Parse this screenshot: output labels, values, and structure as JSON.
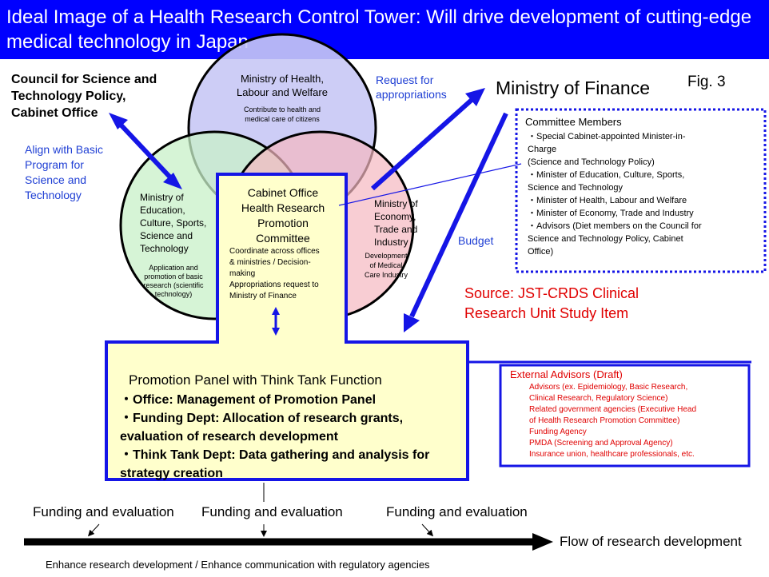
{
  "title": "Ideal Image of a Health Research Control Tower: Will drive development of cutting-edge medical technology in Japan",
  "fig": "Fig. 3",
  "council": "Council for Science and\nTechnology Policy,\nCabinet Office",
  "align": "Align with Basic\nProgram for\nScience and\nTechnology",
  "request": "Request for\nappropriations",
  "finance": "Ministry of Finance",
  "budget": "Budget",
  "mhlw": {
    "name": "Ministry of Health,\nLabour and Welfare",
    "desc": "Contribute to health and\nmedical care of citizens"
  },
  "mext": {
    "name": "Ministry of\nEducation,\nCulture, Sports,\nScience and\nTechnology",
    "desc": "Application and\npromotion of basic\nresearch (scientific\ntechnology)"
  },
  "meti": {
    "name": "Ministry of\nEconomy,\nTrade and\nIndustry",
    "desc": "Development\nof Medical\nCare Industry"
  },
  "cabinet": {
    "name": "Cabinet Office\nHealth Research\nPromotion\nCommittee",
    "desc": "Coordinate across offices\n& ministries / Decision-\nmaking\nAppropriations request to\nMinistry of Finance"
  },
  "committee": {
    "heading": "Committee Members",
    "items": [
      "・Special Cabinet-appointed Minister-in-\nCharge\n  (Science and Technology Policy)",
      "・Minister of Education, Culture, Sports,\n   Science and Technology",
      "・Minister of Health, Labour and Welfare",
      "・Minister of Economy, Trade and Industry",
      "・Advisors (Diet members on the Council for\n   Science and Technology Policy, Cabinet\n   Office)"
    ]
  },
  "source": "Source: JST-CRDS Clinical\nResearch Unit Study Item",
  "panel": {
    "title": "Promotion Panel with Think Tank Function",
    "items": [
      "・Office: Management of Promotion Panel",
      "・Funding Dept: Allocation of research grants,\n   evaluation of research development",
      "・Think Tank Dept: Data gathering and analysis for\n   strategy creation"
    ]
  },
  "external": {
    "heading": "External Advisors (Draft)",
    "items": [
      "Advisors (ex. Epidemiology, Basic Research,\n Clinical Research, Regulatory Science)",
      "Related government agencies (Executive Head\n of Health Research Promotion Committee)",
      "Funding Agency",
      "PMDA (Screening and Approval Agency)",
      "Insurance union, healthcare professionals, etc."
    ]
  },
  "funding": [
    "Funding and evaluation",
    "Funding and evaluation",
    "Funding and evaluation"
  ],
  "flow": "Flow of research development",
  "bottom": "Enhance research development / Enhance communication with regulatory agencies",
  "colors": {
    "header": "#0000ff",
    "arrow": "#1515e6",
    "mhlw_circle": "#c8c8f5",
    "mext_circle": "#c8f0c8",
    "meti_circle": "#f5c8cc",
    "panel_fill": "#ffffcc",
    "source_red": "#e00000"
  }
}
